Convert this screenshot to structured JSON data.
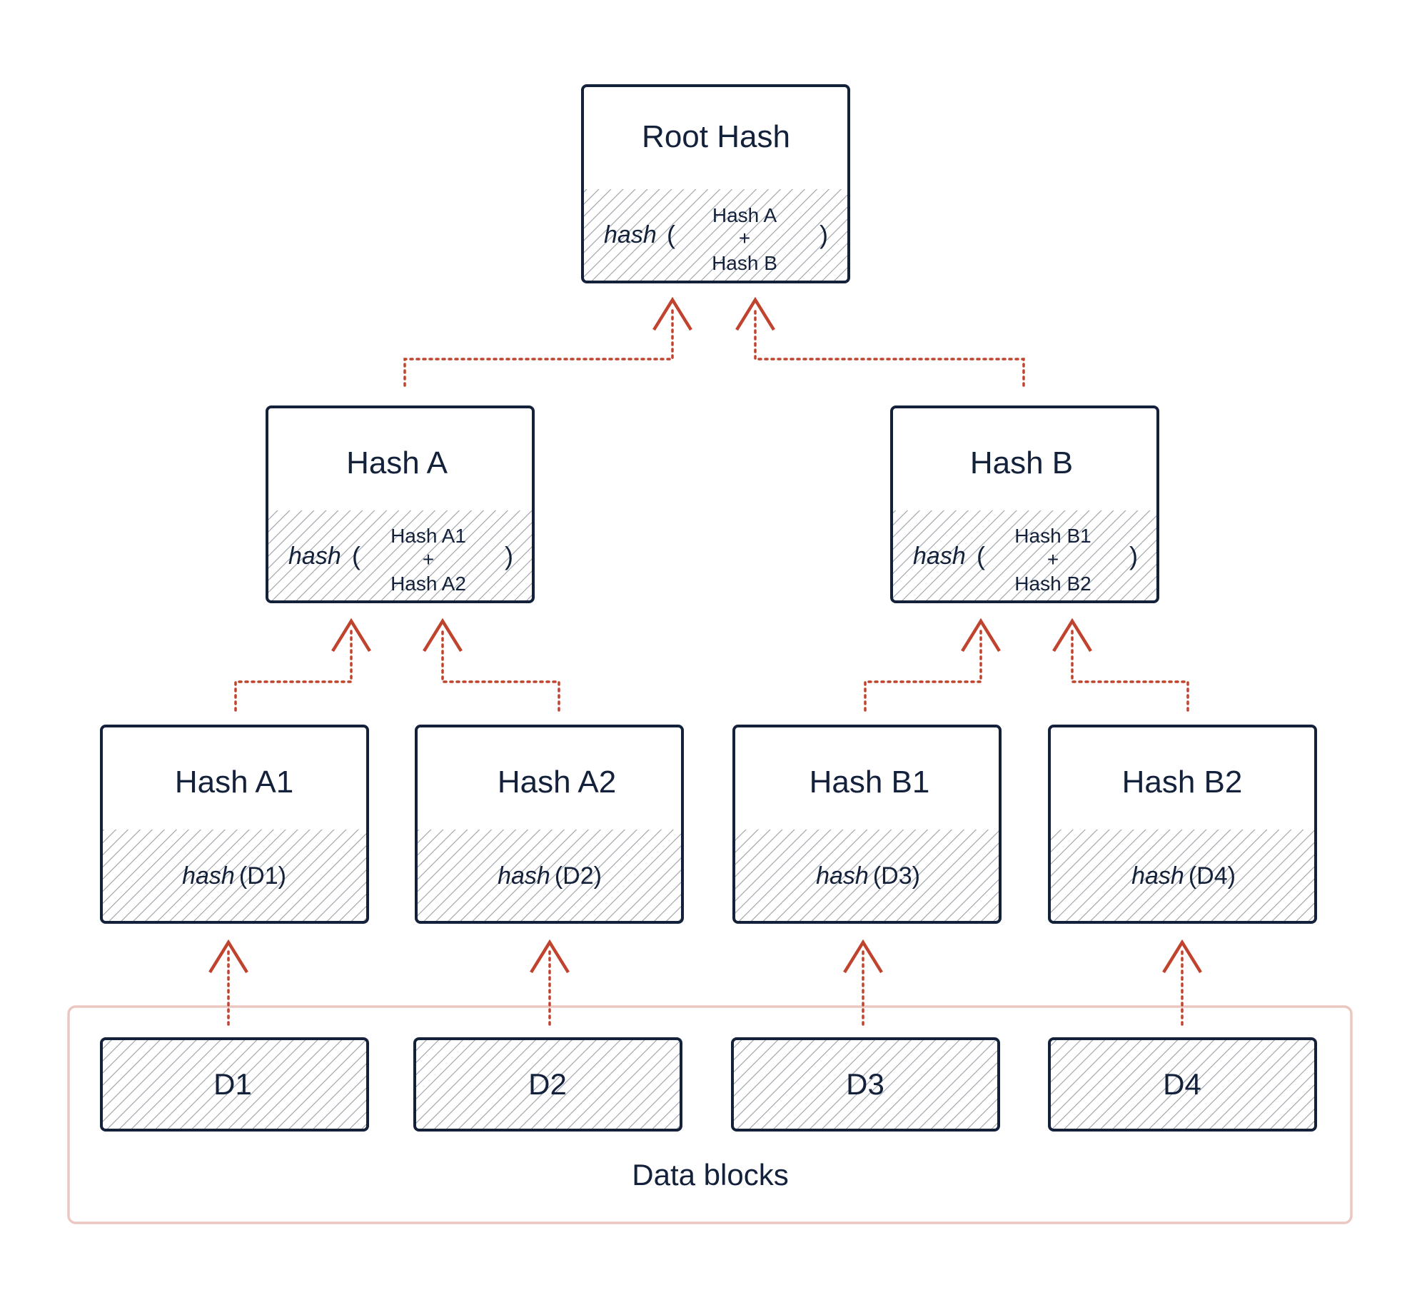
{
  "colors": {
    "ink": "#14213a",
    "arrow": "#c0442d",
    "group_border": "#ecc7c1",
    "hatch_line": "#9aa0a8"
  },
  "root": {
    "title": "Root Hash",
    "fn": "hash",
    "open": "(",
    "arg1": "Hash A",
    "plus": "+",
    "arg2": "Hash B",
    "close": ")"
  },
  "level1": [
    {
      "title": "Hash A",
      "fn": "hash",
      "open": "(",
      "arg1": "Hash A1",
      "plus": "+",
      "arg2": "Hash A2",
      "close": ")"
    },
    {
      "title": "Hash B",
      "fn": "hash",
      "open": "(",
      "arg1": "Hash B1",
      "plus": "+",
      "arg2": "Hash B2",
      "close": ")"
    }
  ],
  "leaves": [
    {
      "title": "Hash A1",
      "fn": "hash",
      "arg": "(D1)"
    },
    {
      "title": "Hash A2",
      "fn": "hash",
      "arg": "(D2)"
    },
    {
      "title": "Hash B1",
      "fn": "hash",
      "arg": "(D3)"
    },
    {
      "title": "Hash B2",
      "fn": "hash",
      "arg": "(D4)"
    }
  ],
  "data_blocks": [
    "D1",
    "D2",
    "D3",
    "D4"
  ],
  "group_label": "Data blocks"
}
